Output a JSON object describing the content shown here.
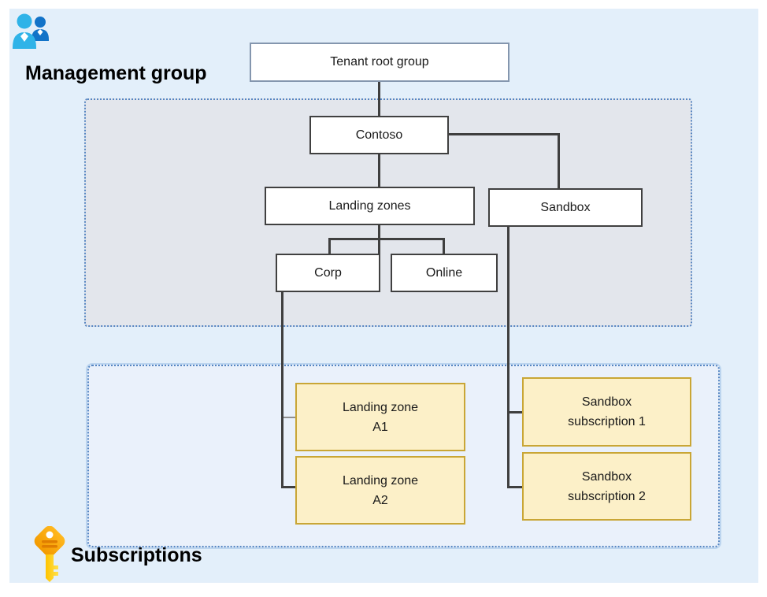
{
  "titles": {
    "management_group": "Management group",
    "subscriptions": "Subscriptions"
  },
  "management_groups": {
    "tenant_root": "Tenant root group",
    "contoso": "Contoso",
    "landing_zones": "Landing zones",
    "sandbox": "Sandbox",
    "corp": "Corp",
    "online": "Online"
  },
  "subscriptions": {
    "landing_zone_a1": {
      "line1": "Landing zone",
      "line2": "A1"
    },
    "landing_zone_a2": {
      "line1": "Landing zone",
      "line2": "A2"
    },
    "sandbox_1": {
      "line1": "Sandbox",
      "line2": "subscription 1"
    },
    "sandbox_2": {
      "line1": "Sandbox",
      "line2": "subscription 2"
    }
  },
  "icons": {
    "management_group": "people-icon",
    "subscriptions": "key-icon"
  },
  "colors": {
    "canvas_bg": "#e3effa",
    "mg_container_fill": "#e3e6ec",
    "container_border_blue": "#5585c2",
    "subs_container_fill": "#eaf1fb",
    "subscription_box_fill": "#fcf0c8",
    "subscription_box_border": "#c9a636",
    "node_border_dark": "#404040",
    "tenant_node_border": "#8496ae",
    "connector": "#3f3f3f",
    "people_icon_front": "#2fb3e8",
    "people_icon_back": "#1273c8",
    "key_icon_head": "#f39a00",
    "key_icon_shaft": "#ffd23f"
  }
}
